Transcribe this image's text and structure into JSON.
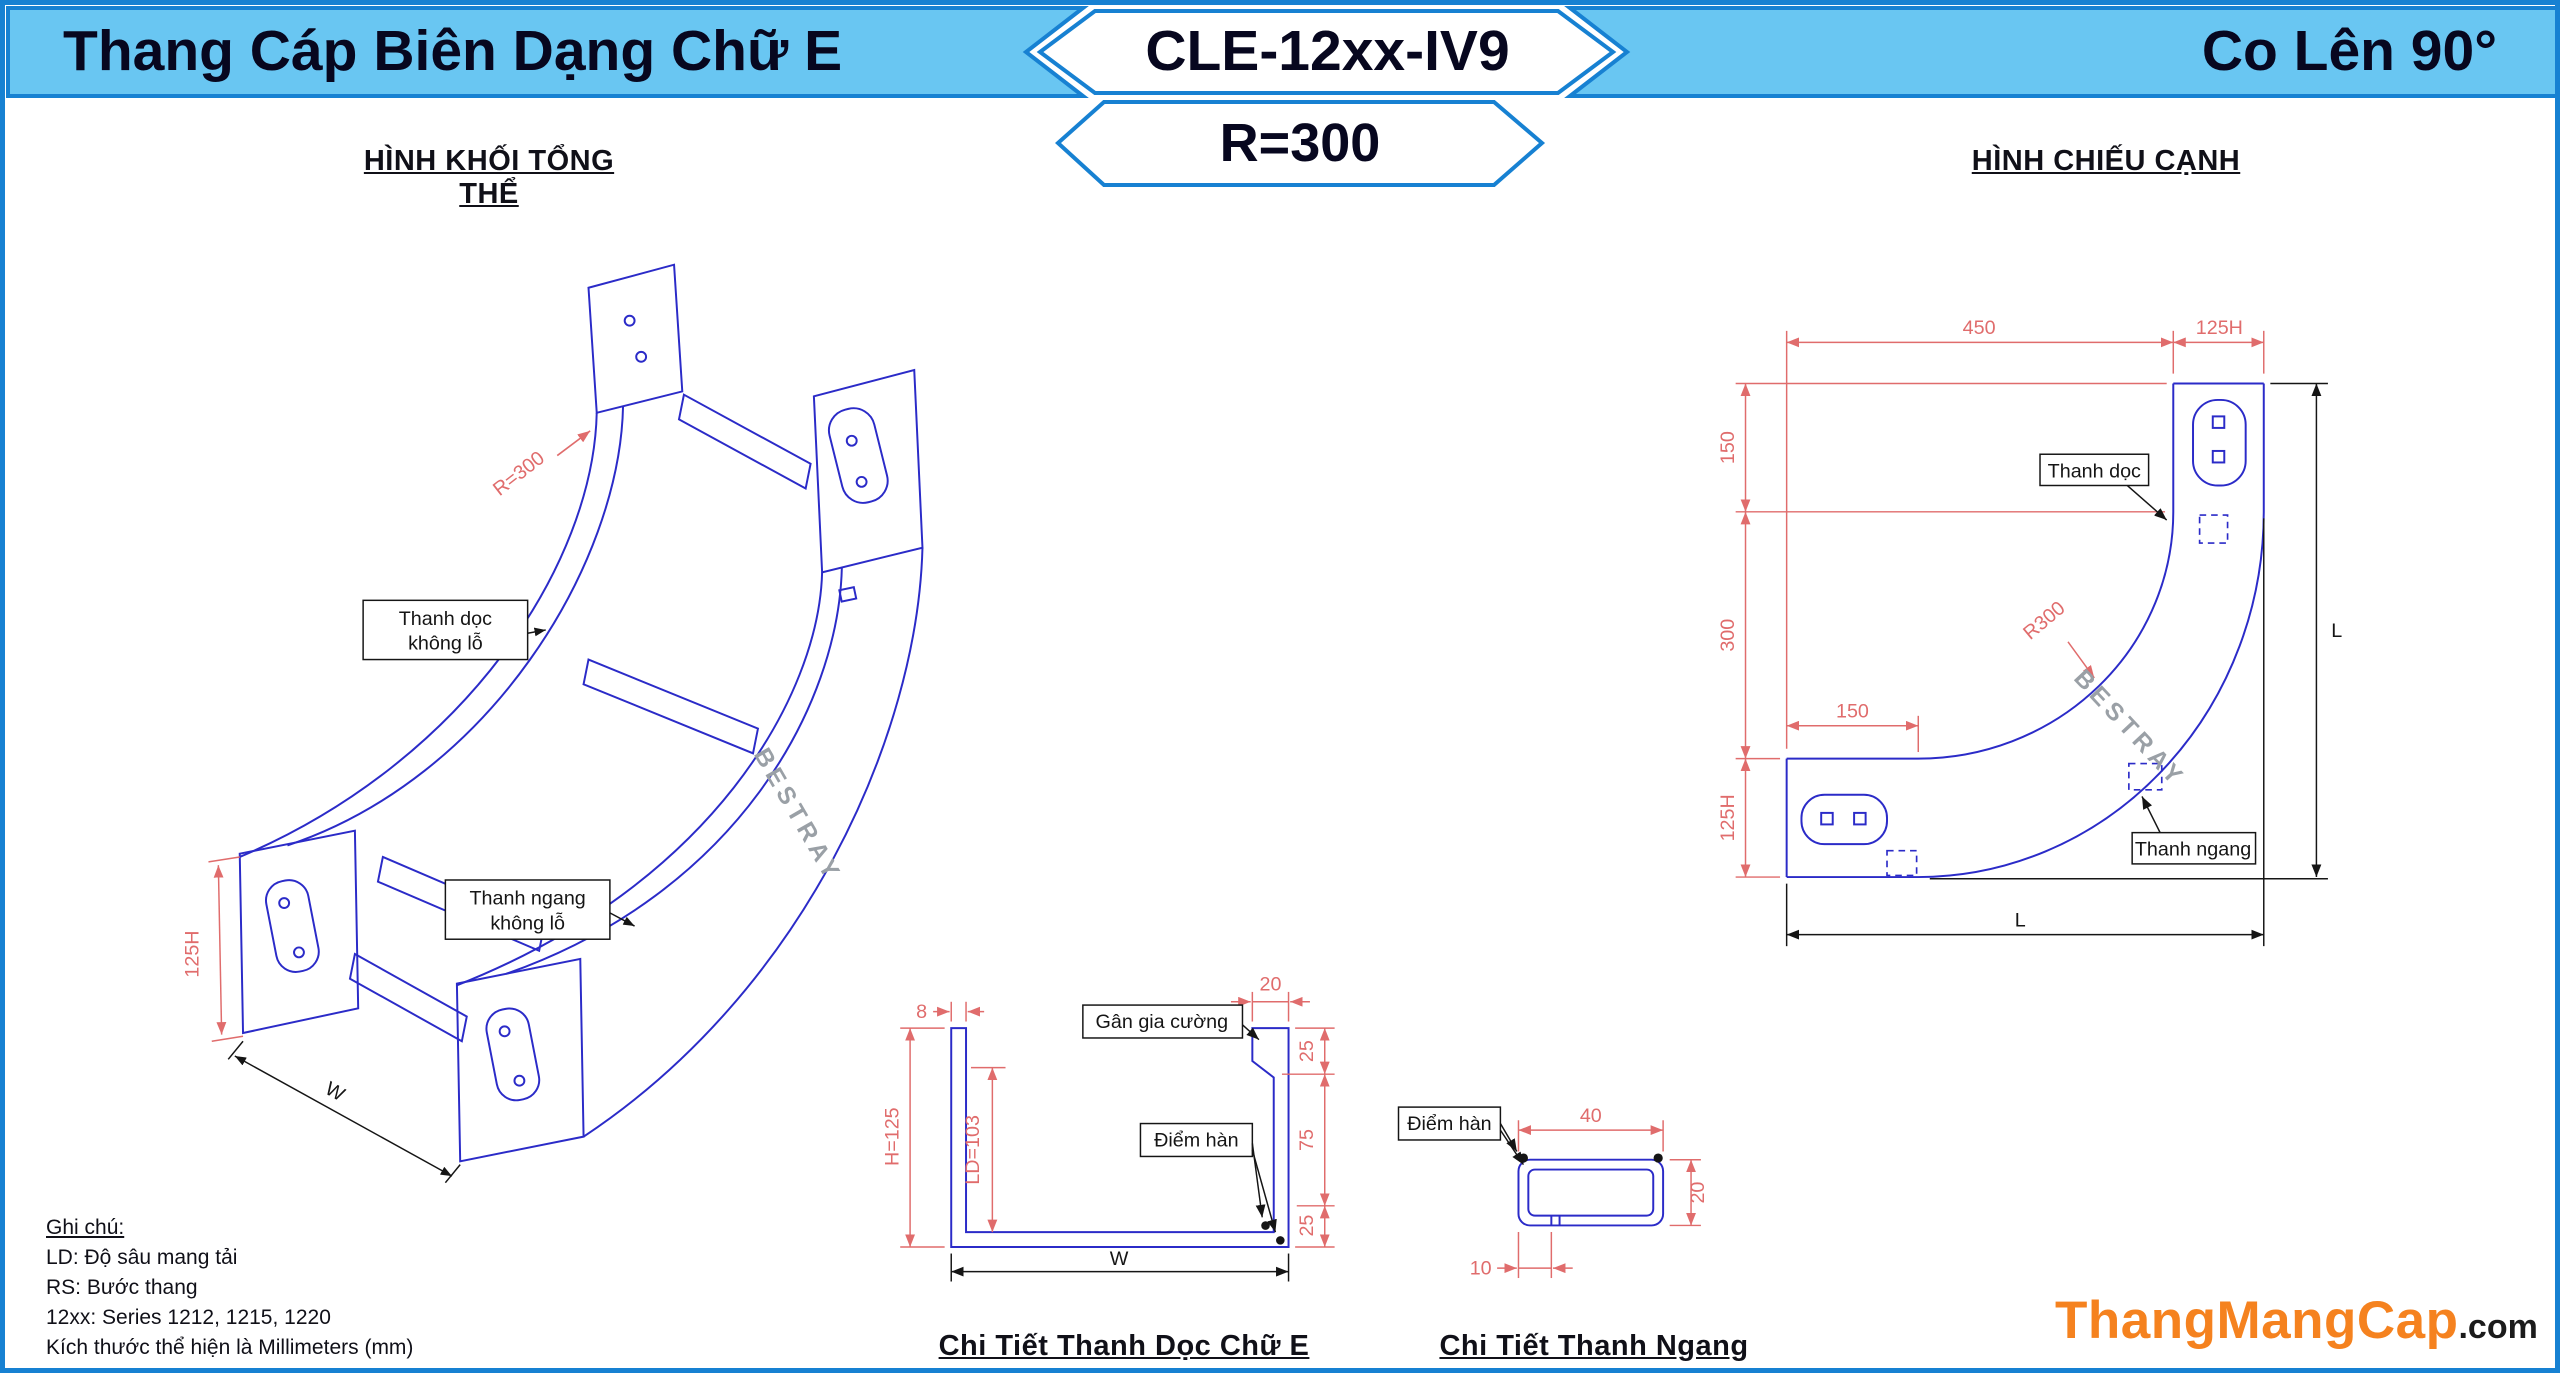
{
  "header": {
    "left_title": "Thang Cáp Biên Dạng Chữ E",
    "model_code": "CLE-12xx-IV9",
    "radius_code": "R=300",
    "right_title": "Co Lên 90°"
  },
  "section_titles": {
    "overall": "HÌNH KHỐI TỔNG THỂ",
    "side": "HÌNH CHIẾU CẠNH",
    "detail_rail": "Chi Tiết Thanh Dọc Chữ E",
    "detail_rung": "Chi Tiết Thanh Ngang"
  },
  "iso_view": {
    "radius_label": "R=300",
    "rail_label_1": "Thanh dọc",
    "rail_label_2": "không lỗ",
    "rung_label_1": "Thanh ngang",
    "rung_label_2": "không lỗ",
    "dim_height": "125H",
    "dim_width": "W",
    "watermark": "BESTRAY"
  },
  "side_view": {
    "dim_450": "450",
    "dim_125h_top": "125H",
    "dim_150_v": "150",
    "dim_300": "300",
    "dim_125h_left": "125H",
    "dim_150_h": "150",
    "radius_label": "R300",
    "dim_l_right": "L",
    "dim_l_bottom": "L",
    "rail_label": "Thanh dọc",
    "rung_label": "Thanh ngang",
    "watermark": "BESTRAY"
  },
  "detail_rail": {
    "dim_20": "20",
    "dim_25_top": "25",
    "dim_75": "75",
    "dim_25_bottom": "25",
    "dim_8": "8",
    "dim_h": "H=125",
    "dim_ld": "LD=103",
    "dim_w": "W",
    "rib_label": "Gân gia cường",
    "weld_label": "Điểm hàn"
  },
  "detail_rung": {
    "dim_40": "40",
    "dim_20": "20",
    "dim_10": "10",
    "weld_label": "Điểm hàn"
  },
  "notes": {
    "title": "Ghi chú:",
    "lines": [
      "LD: Độ sâu mang tải",
      "RS: Bước thang",
      "12xx: Series 1212, 1215, 1220",
      "Kích thước thể hiện là Millimeters (mm)"
    ]
  },
  "brand": {
    "name": "ThangMangCap",
    "tld": ".com"
  },
  "colors": {
    "header_bg": "#69c6f2",
    "frame_blue": "#1781d2",
    "draw_blue": "#2b2bc8",
    "dim_red": "#e06c6c",
    "label_black": "#151515",
    "watermark_gray": "#9aa0a6",
    "logo_orange": "#f5821f"
  }
}
